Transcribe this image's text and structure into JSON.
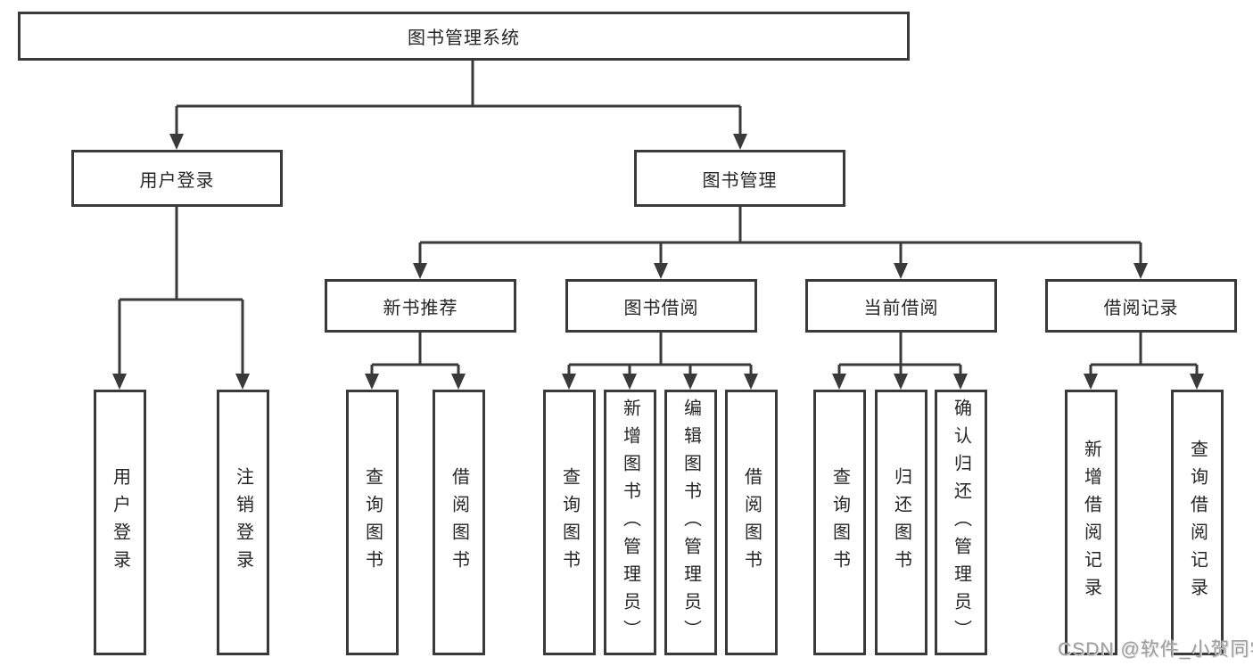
{
  "colors": {
    "line": "#3a3a3a",
    "box_border": "#3a3a3a",
    "box_fill": "#ffffff",
    "text": "#262626",
    "background": "#ffffff",
    "watermark": "#9e9e9e"
  },
  "watermark": {
    "text": "CSDN @软件_小贺同学"
  },
  "tree": {
    "root": {
      "label": "图书管理系统",
      "children": [
        {
          "label": "用户登录",
          "children": [
            {
              "label": "用户登录"
            },
            {
              "label": "注销登录"
            }
          ]
        },
        {
          "label": "图书管理",
          "children": [
            {
              "label": "新书推荐",
              "children": [
                {
                  "label": "查询图书"
                },
                {
                  "label": "借阅图书"
                }
              ]
            },
            {
              "label": "图书借阅",
              "children": [
                {
                  "label": "查询图书"
                },
                {
                  "label": "新增图书（管理员）"
                },
                {
                  "label": "编辑图书（管理员）"
                },
                {
                  "label": "借阅图书"
                }
              ]
            },
            {
              "label": "当前借阅",
              "children": [
                {
                  "label": "查询图书"
                },
                {
                  "label": "归还图书"
                },
                {
                  "label": "确认归还（管理员）"
                }
              ]
            },
            {
              "label": "借阅记录",
              "children": [
                {
                  "label": "新增借阅记录"
                },
                {
                  "label": "查询借阅记录"
                }
              ]
            }
          ]
        }
      ]
    }
  }
}
